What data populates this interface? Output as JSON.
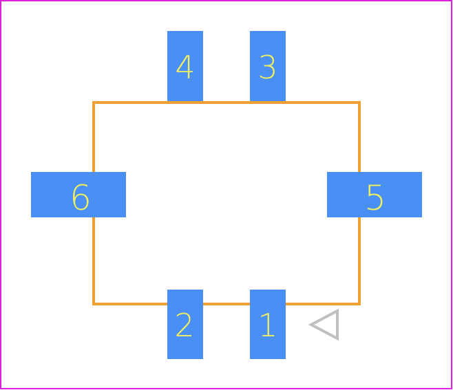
{
  "colors": {
    "board_outline": "#e020e0",
    "body_outline": "#f0a030",
    "pad_fill": "#4a8ff5",
    "pad_label": "#f0f060",
    "pin1_marker": "#c0c0c0",
    "background": "#ffffff"
  },
  "pads": [
    {
      "id": "4",
      "label": "4"
    },
    {
      "id": "3",
      "label": "3"
    },
    {
      "id": "6",
      "label": "6"
    },
    {
      "id": "5",
      "label": "5"
    },
    {
      "id": "2",
      "label": "2"
    },
    {
      "id": "1",
      "label": "1"
    }
  ],
  "pin1_marker": {
    "shape": "triangle-outline",
    "points_toward": "pad-1"
  }
}
